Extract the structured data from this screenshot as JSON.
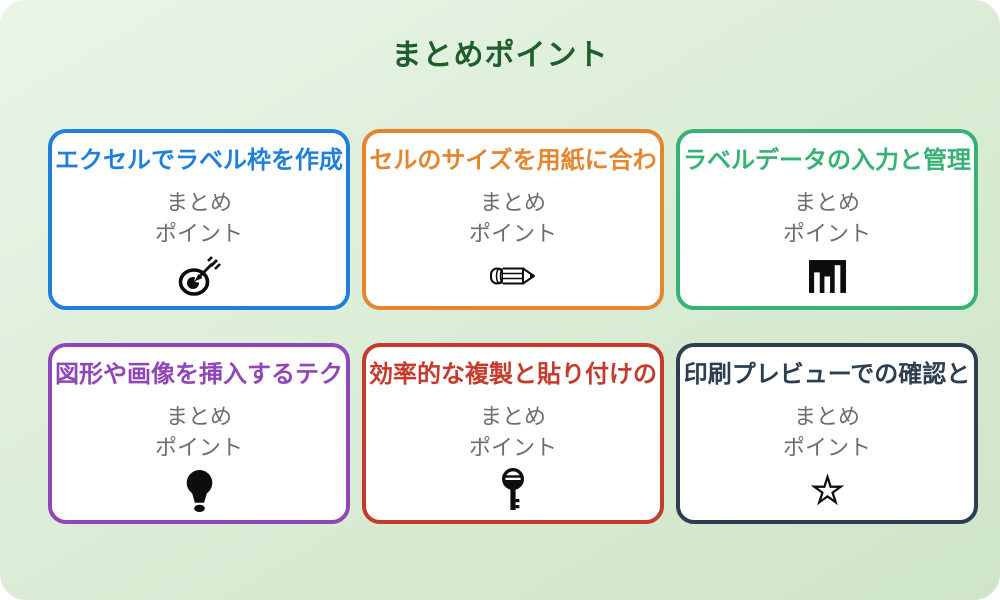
{
  "page": {
    "title": "まとめポイント",
    "title_color": "#1d5e2b",
    "background_gradient_start": "#eaf5e8",
    "background_gradient_end": "#cfe5ca"
  },
  "card_label": {
    "line1": "まとめ",
    "line2": "ポイント"
  },
  "cards": [
    {
      "title": "エクセルでラベル枠を作成",
      "accent_color": "#1f7fdb",
      "icon": "dart-target-icon"
    },
    {
      "title": "セルのサイズを用紙に合わ",
      "accent_color": "#e5862f",
      "icon": "pencil-icon"
    },
    {
      "title": "ラベルデータの入力と管理",
      "accent_color": "#36b274",
      "icon": "bar-chart-icon"
    },
    {
      "title": "図形や画像を挿入するテク",
      "accent_color": "#9146b8",
      "icon": "lightbulb-icon"
    },
    {
      "title": "効率的な複製と貼り付けの",
      "accent_color": "#c53a2d",
      "icon": "key-icon"
    },
    {
      "title": "印刷プレビューでの確認と",
      "accent_color": "#2d3e50",
      "icon": "star-icon"
    }
  ]
}
